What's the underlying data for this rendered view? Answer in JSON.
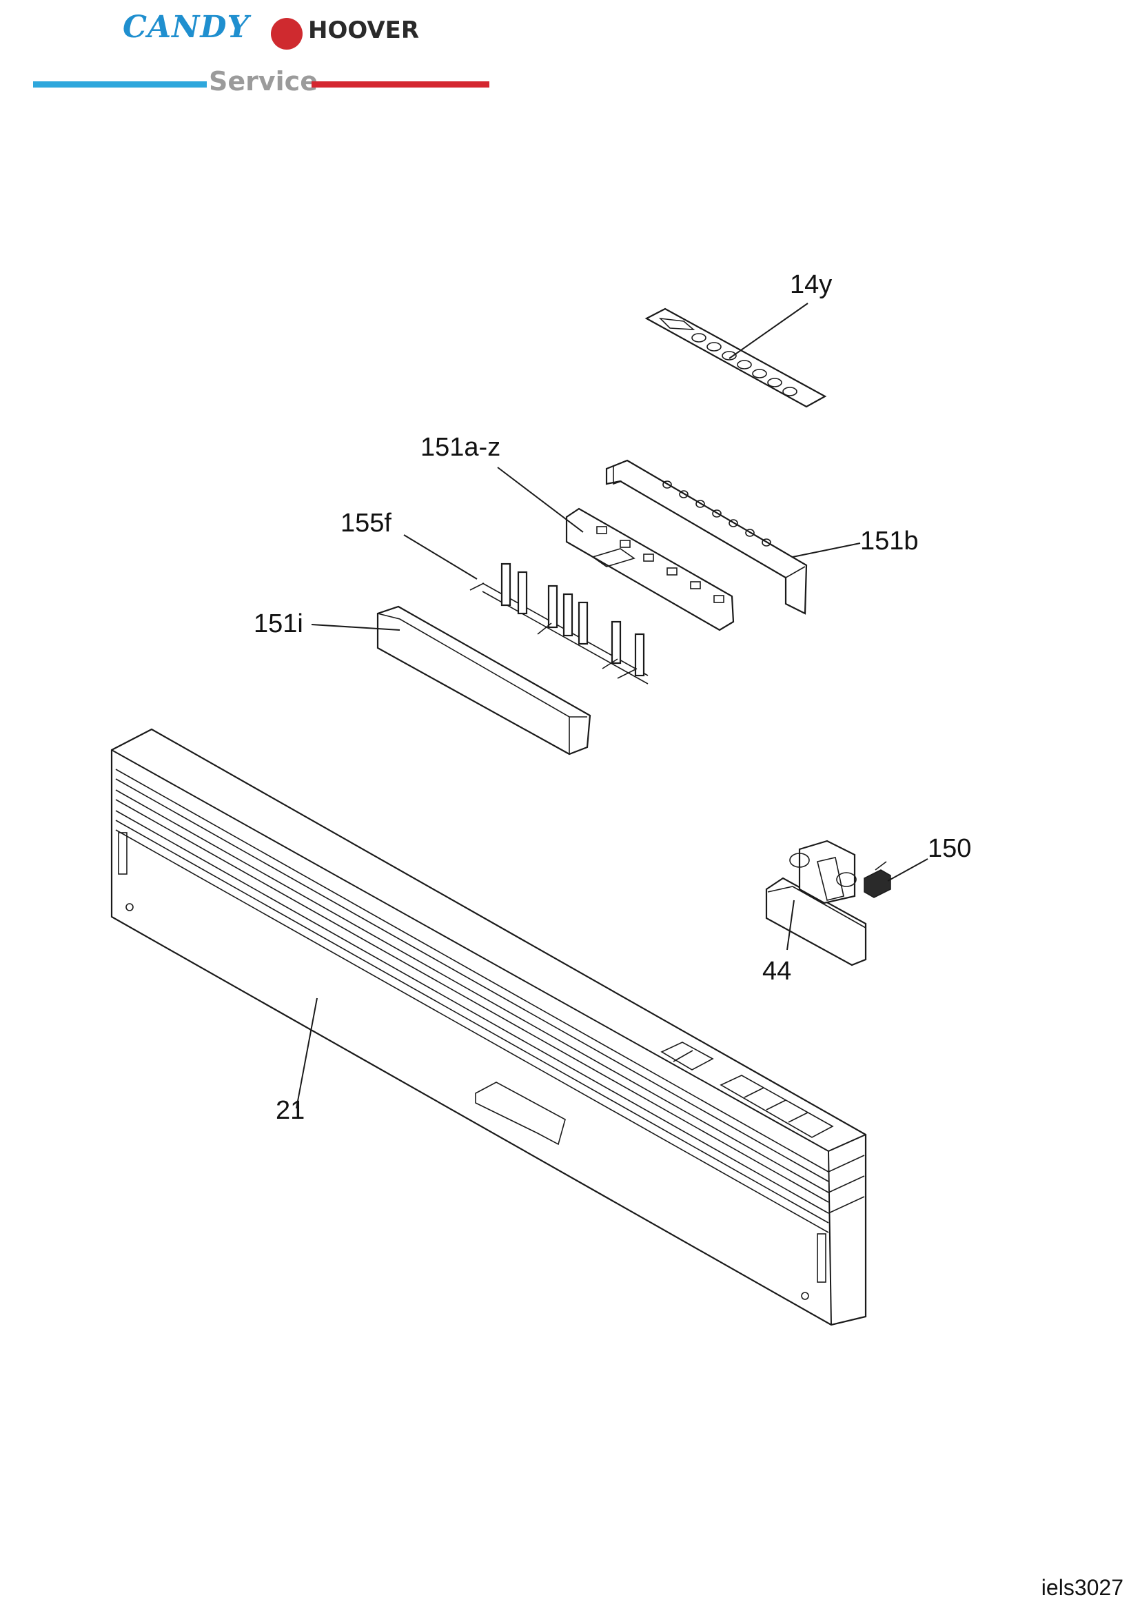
{
  "header": {
    "brand_candy": "CANDY",
    "brand_hoover": "HOOVER",
    "service": "Service",
    "colors": {
      "candy": "#1f8fcf",
      "hoover_badge": "#cf2a2f",
      "bar_left": "#2ea7dc",
      "bar_right": "#d42730"
    }
  },
  "callouts": {
    "c14y": "14y",
    "c151az": "151a-z",
    "c155f": "155f",
    "c151b": "151b",
    "c151i": "151i",
    "c150": "150",
    "c44": "44",
    "c21": "21"
  },
  "footer": {
    "doc_id": "iels3027"
  }
}
